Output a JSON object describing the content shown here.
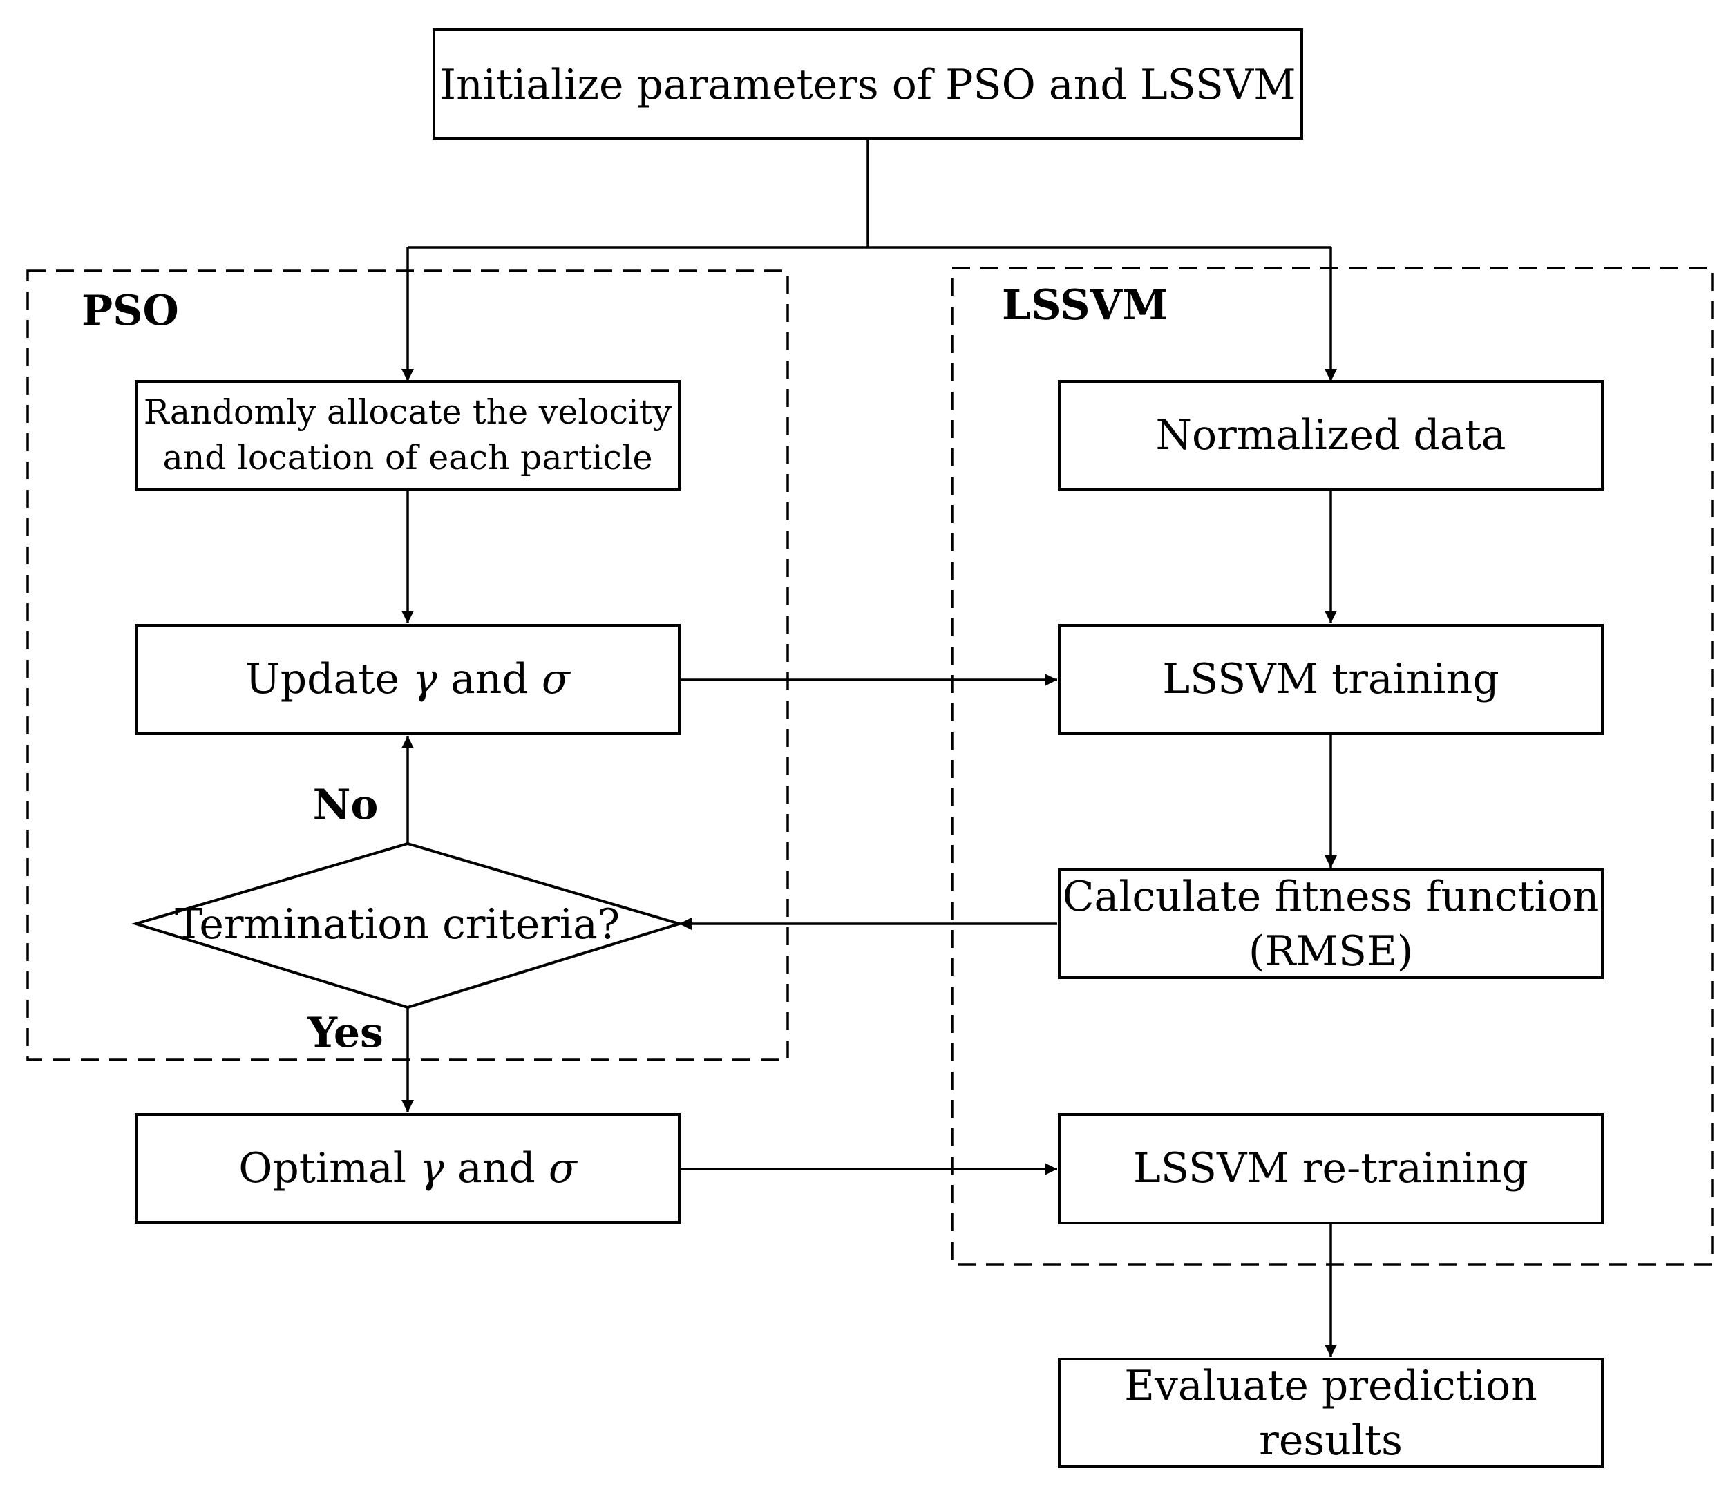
{
  "nodes": {
    "init": {
      "text": "Initialize parameters of PSO and LSSVM"
    },
    "random": {
      "line1": "Randomly allocate the velocity",
      "line2": "and location  of each particle"
    },
    "update": {
      "pre": "Update ",
      "sym1": "γ",
      "mid": " and ",
      "sym2": "σ"
    },
    "termination": {
      "text": "Termination criteria?"
    },
    "optimal": {
      "pre": "Optimal ",
      "sym1": "γ",
      "mid": " and ",
      "sym2": "σ"
    },
    "normalized": {
      "text": "Normalized data"
    },
    "training": {
      "text": "LSSVM training"
    },
    "fitness": {
      "line1": "Calculate fitness function",
      "line2": "(RMSE)"
    },
    "retraining": {
      "text": "LSSVM re-training"
    },
    "evaluate": {
      "line1": "Evaluate prediction",
      "line2": "results"
    }
  },
  "groups": {
    "pso": "PSO",
    "lssvm": "LSSVM"
  },
  "edge_labels": {
    "no": "No",
    "yes": "Yes"
  }
}
